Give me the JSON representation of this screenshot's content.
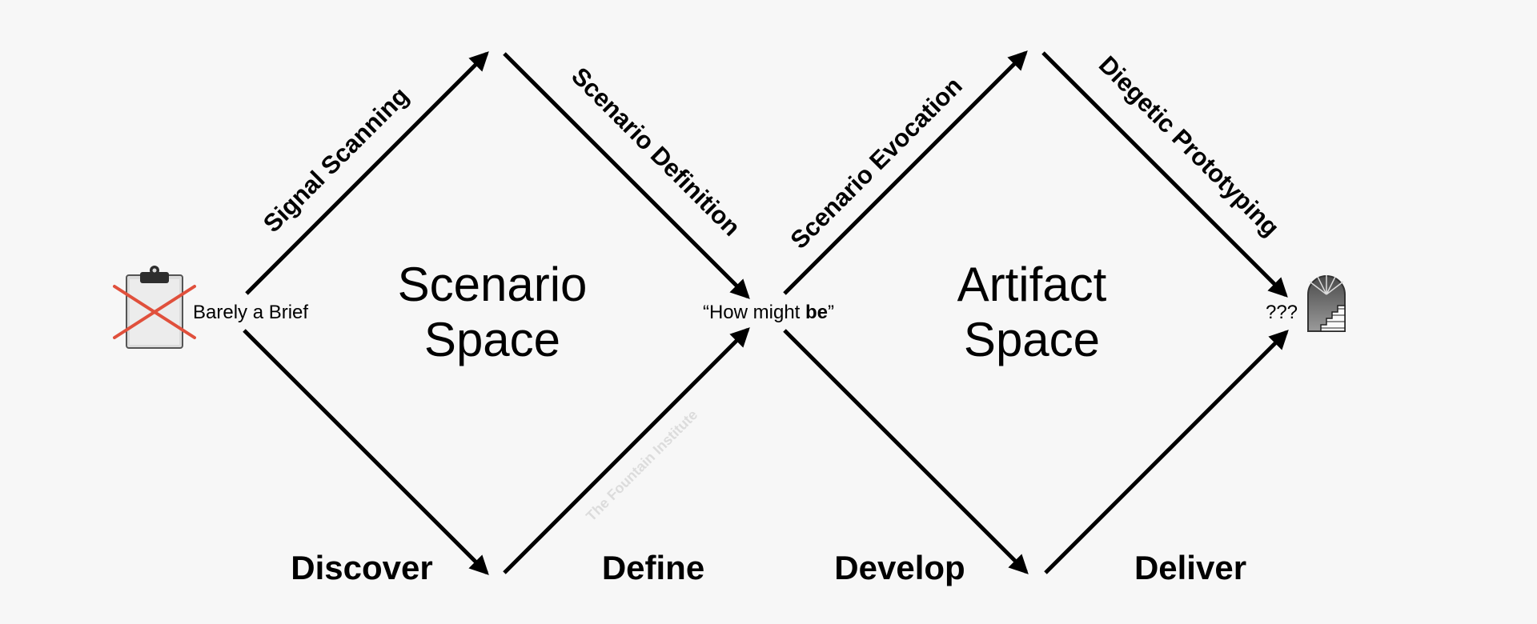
{
  "nodes": {
    "start": "Barely a Brief",
    "middle_prefix": "“How might ",
    "middle_bold": "be",
    "middle_suffix": "”",
    "end": "???"
  },
  "edges": {
    "signal_scanning": "Signal Scanning",
    "scenario_definition": "Scenario Definition",
    "scenario_evocation": "Scenario Evocation",
    "diegetic_prototyping": "Diegetic Prototyping"
  },
  "spaces": {
    "scenario": [
      "Scenario",
      "Space"
    ],
    "artifact": [
      "Artifact",
      "Space"
    ]
  },
  "phases": {
    "discover": "Discover",
    "define": "Define",
    "develop": "Develop",
    "deliver": "Deliver"
  },
  "watermark": "The Fountain Institute",
  "icons": {
    "start": "crossed-out-clipboard-icon",
    "end": "arched-doorway-stairs-icon"
  },
  "colors": {
    "background": "#f7f7f7",
    "lines": "#000000",
    "cross": "#e0503c",
    "watermark": "#dcdcdc"
  }
}
